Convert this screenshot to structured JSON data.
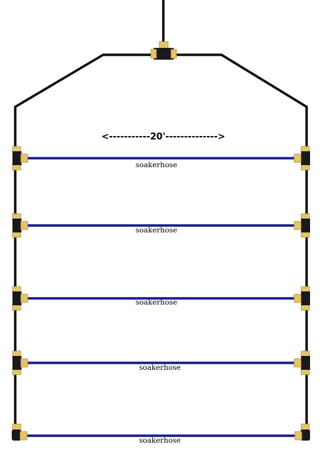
{
  "dimension_label": "<-----------20'-------------->",
  "hose_labels": [
    "soakerhose",
    "soakerhose",
    "soakerhose",
    "soakerhose",
    "soakerhose"
  ],
  "colors": {
    "pipe": "#0d0d0d",
    "hose": "#1a1a8c",
    "fitting_black": "#1a1a1a",
    "fitting_brass": "#e6c46a",
    "background": "#ffffff"
  },
  "fittings": {
    "top": "tee-fitting",
    "rows_1_to_4": "tee-fitting",
    "row_5": "elbow-fitting"
  }
}
